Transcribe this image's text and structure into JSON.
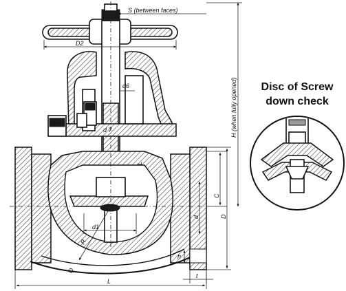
{
  "diagram": {
    "inset_title_line1": "Disc of Screw",
    "inset_title_line2": "down check",
    "dimensions": {
      "s": "S (between faces)",
      "d2": "D2",
      "h": "H (when fully opened)",
      "d6": "d6",
      "d7": "d 7",
      "l_small": "L",
      "c": "C",
      "d_big": "D",
      "d_small": "d",
      "d1": "d1",
      "r": "R",
      "q": "Q",
      "h_small": "h",
      "t": "t",
      "l_total": "L"
    }
  }
}
